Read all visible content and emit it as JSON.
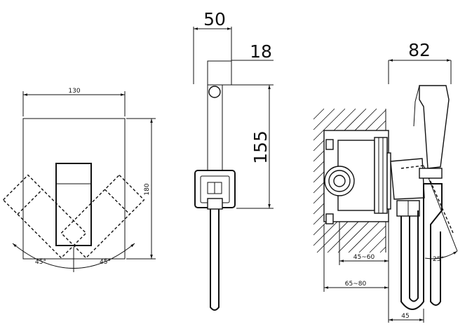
{
  "views": {
    "front": {
      "width_label": "130",
      "height_label": "180",
      "left_angle_label": "45°",
      "right_angle_label": "45°"
    },
    "side": {
      "depth_label": "50",
      "plate_label": "18",
      "holder_height_label": "155"
    },
    "section": {
      "top_label": "82",
      "inner_range_label": "45~60",
      "outer_range_label": "65~80",
      "angle_label": "25°",
      "bottom_label": "45"
    }
  }
}
